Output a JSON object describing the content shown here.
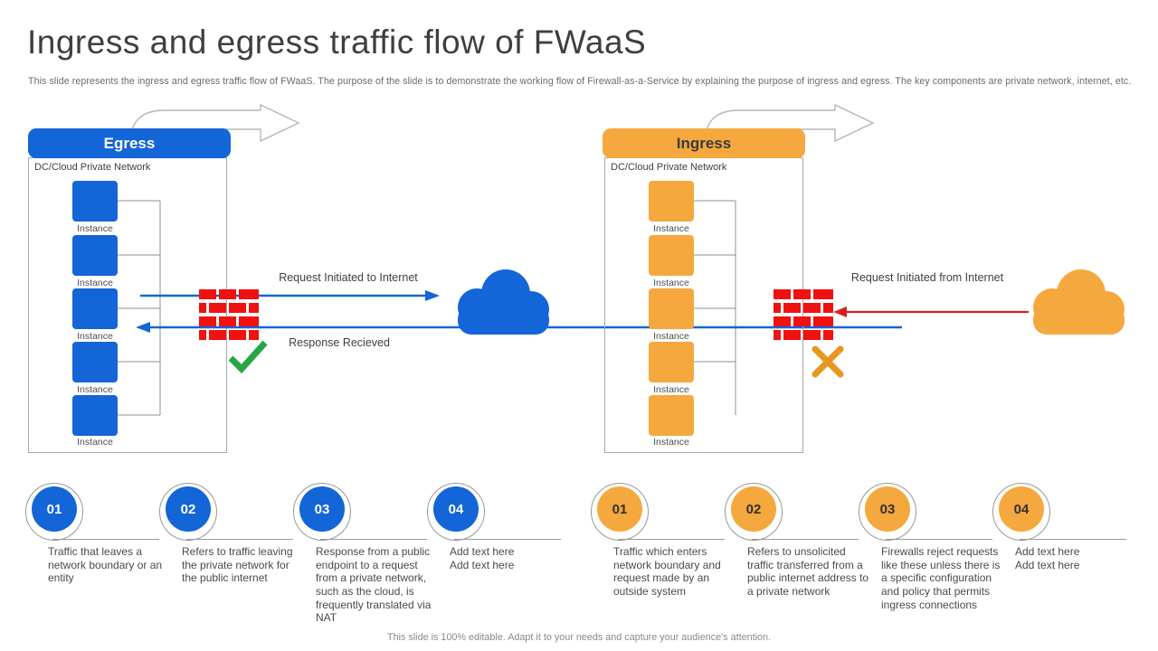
{
  "slide": {
    "title": "Ingress and egress traffic flow of FWaaS",
    "subtitle": "This slide represents the ingress and egress traffic flow of FWaaS. The purpose of the slide is to demonstrate the working flow of Firewall-as-a-Service by explaining the purpose of ingress and egress. The key components are private network, internet, etc.",
    "footer": "This slide is 100% editable.  Adapt it to your needs and capture your audience's attention."
  },
  "colors": {
    "blue": "#1365d8",
    "orange": "#f5a83d",
    "brick_red": "#f01111",
    "arrow_red": "#d62020",
    "green_check": "#2aa546",
    "x_orange": "#e8961f",
    "border_gray": "#a8a8a8",
    "line_gray": "#8f8f8f",
    "text_dark": "#404040",
    "text_gray": "#6a6a6a"
  },
  "egress": {
    "header": "Egress",
    "network_label": "DC/Cloud Private Network",
    "instance_label": "Instance",
    "request_label": "Request Initiated to Internet",
    "response_label": "Response Recieved",
    "steps": [
      {
        "num": "01",
        "text": "Traffic that leaves a network boundary or an entity"
      },
      {
        "num": "02",
        "text": "Refers to traffic leaving the private network for the public internet"
      },
      {
        "num": "03",
        "text": "Response from a public endpoint to a request from a private network, such as the cloud, is frequently translated via NAT"
      },
      {
        "num": "04",
        "text": "Add text here\nAdd text here"
      }
    ]
  },
  "ingress": {
    "header": "Ingress",
    "network_label": "DC/Cloud Private Network",
    "instance_label": "Instance",
    "request_label": "Request Initiated from Internet",
    "steps": [
      {
        "num": "01",
        "text": "Traffic which enters network boundary and request made by an outside system"
      },
      {
        "num": "02",
        "text": "Refers to unsolicited traffic transferred from a public internet address to a private network"
      },
      {
        "num": "03",
        "text": "Firewalls reject requests like these unless there is a specific configuration and policy that permits ingress connections"
      },
      {
        "num": "04",
        "text": "Add text here\nAdd text here"
      }
    ]
  }
}
